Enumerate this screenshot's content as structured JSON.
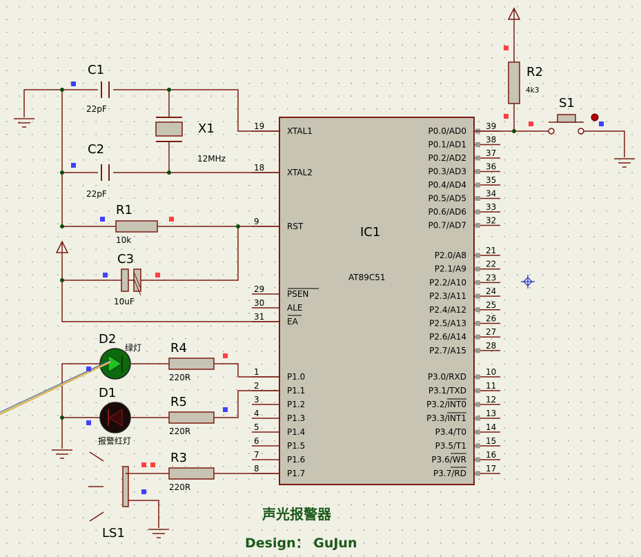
{
  "caption": "声光报警器",
  "design": "Design： GuJun",
  "components": {
    "c1": {
      "ref": "C1",
      "value": "22pF"
    },
    "c2": {
      "ref": "C2",
      "value": "22pF"
    },
    "x1": {
      "ref": "X1",
      "value": "12MHz"
    },
    "r1": {
      "ref": "R1",
      "value": "10k"
    },
    "c3": {
      "ref": "C3",
      "value": "10uF"
    },
    "r2": {
      "ref": "R2",
      "value": "4k3"
    },
    "s1": {
      "ref": "S1"
    },
    "d2": {
      "ref": "D2",
      "note": "绿灯"
    },
    "d1": {
      "ref": "D1",
      "note": "报警红灯"
    },
    "r4": {
      "ref": "R4",
      "value": "220R"
    },
    "r5": {
      "ref": "R5",
      "value": "220R"
    },
    "r3": {
      "ref": "R3",
      "value": "220R"
    },
    "ls1": {
      "ref": "LS1"
    }
  },
  "ic": {
    "ref": "IC1",
    "part": "AT89C51",
    "left_pins": [
      {
        "num": "19",
        "name": "XTAL1"
      },
      {
        "num": "18",
        "name": "XTAL2"
      },
      {
        "num": "9",
        "name": "RST"
      },
      {
        "num": "29",
        "name": "PSEN"
      },
      {
        "num": "30",
        "name": "ALE"
      },
      {
        "num": "31",
        "name": "EA"
      },
      {
        "num": "1",
        "name": "P1.0"
      },
      {
        "num": "2",
        "name": "P1.1"
      },
      {
        "num": "3",
        "name": "P1.2"
      },
      {
        "num": "4",
        "name": "P1.3"
      },
      {
        "num": "5",
        "name": "P1.4"
      },
      {
        "num": "6",
        "name": "P1.5"
      },
      {
        "num": "7",
        "name": "P1.6"
      },
      {
        "num": "8",
        "name": "P1.7"
      }
    ],
    "right_pins": [
      {
        "num": "39",
        "name": "P0.0/AD0"
      },
      {
        "num": "38",
        "name": "P0.1/AD1"
      },
      {
        "num": "37",
        "name": "P0.2/AD2"
      },
      {
        "num": "36",
        "name": "P0.3/AD3"
      },
      {
        "num": "35",
        "name": "P0.4/AD4"
      },
      {
        "num": "34",
        "name": "P0.5/AD5"
      },
      {
        "num": "33",
        "name": "P0.6/AD6"
      },
      {
        "num": "32",
        "name": "P0.7/AD7"
      },
      {
        "num": "21",
        "name": "P2.0/A8"
      },
      {
        "num": "22",
        "name": "P2.1/A9"
      },
      {
        "num": "23",
        "name": "P2.2/A10"
      },
      {
        "num": "24",
        "name": "P2.3/A11"
      },
      {
        "num": "25",
        "name": "P2.4/A12"
      },
      {
        "num": "26",
        "name": "P2.5/A13"
      },
      {
        "num": "27",
        "name": "P2.6/A14"
      },
      {
        "num": "28",
        "name": "P2.7/A15"
      },
      {
        "num": "10",
        "name": "P3.0/RXD"
      },
      {
        "num": "11",
        "name": "P3.1/TXD"
      },
      {
        "num": "12",
        "name": "P3.2/INT0"
      },
      {
        "num": "13",
        "name": "P3.3/INT1"
      },
      {
        "num": "14",
        "name": "P3.4/T0"
      },
      {
        "num": "15",
        "name": "P3.5/T1"
      },
      {
        "num": "16",
        "name": "P3.6/WR"
      },
      {
        "num": "17",
        "name": "P3.7/RD"
      }
    ]
  },
  "colors": {
    "background": "#f0f0e4",
    "wire": "#7a1a12",
    "body": "#c8c4b4",
    "led_on": "#22c022",
    "led_off": "#1a0a0a",
    "pin_high": "#ff4040",
    "pin_low": "#4040ff",
    "caption": "#1a5a1a"
  }
}
